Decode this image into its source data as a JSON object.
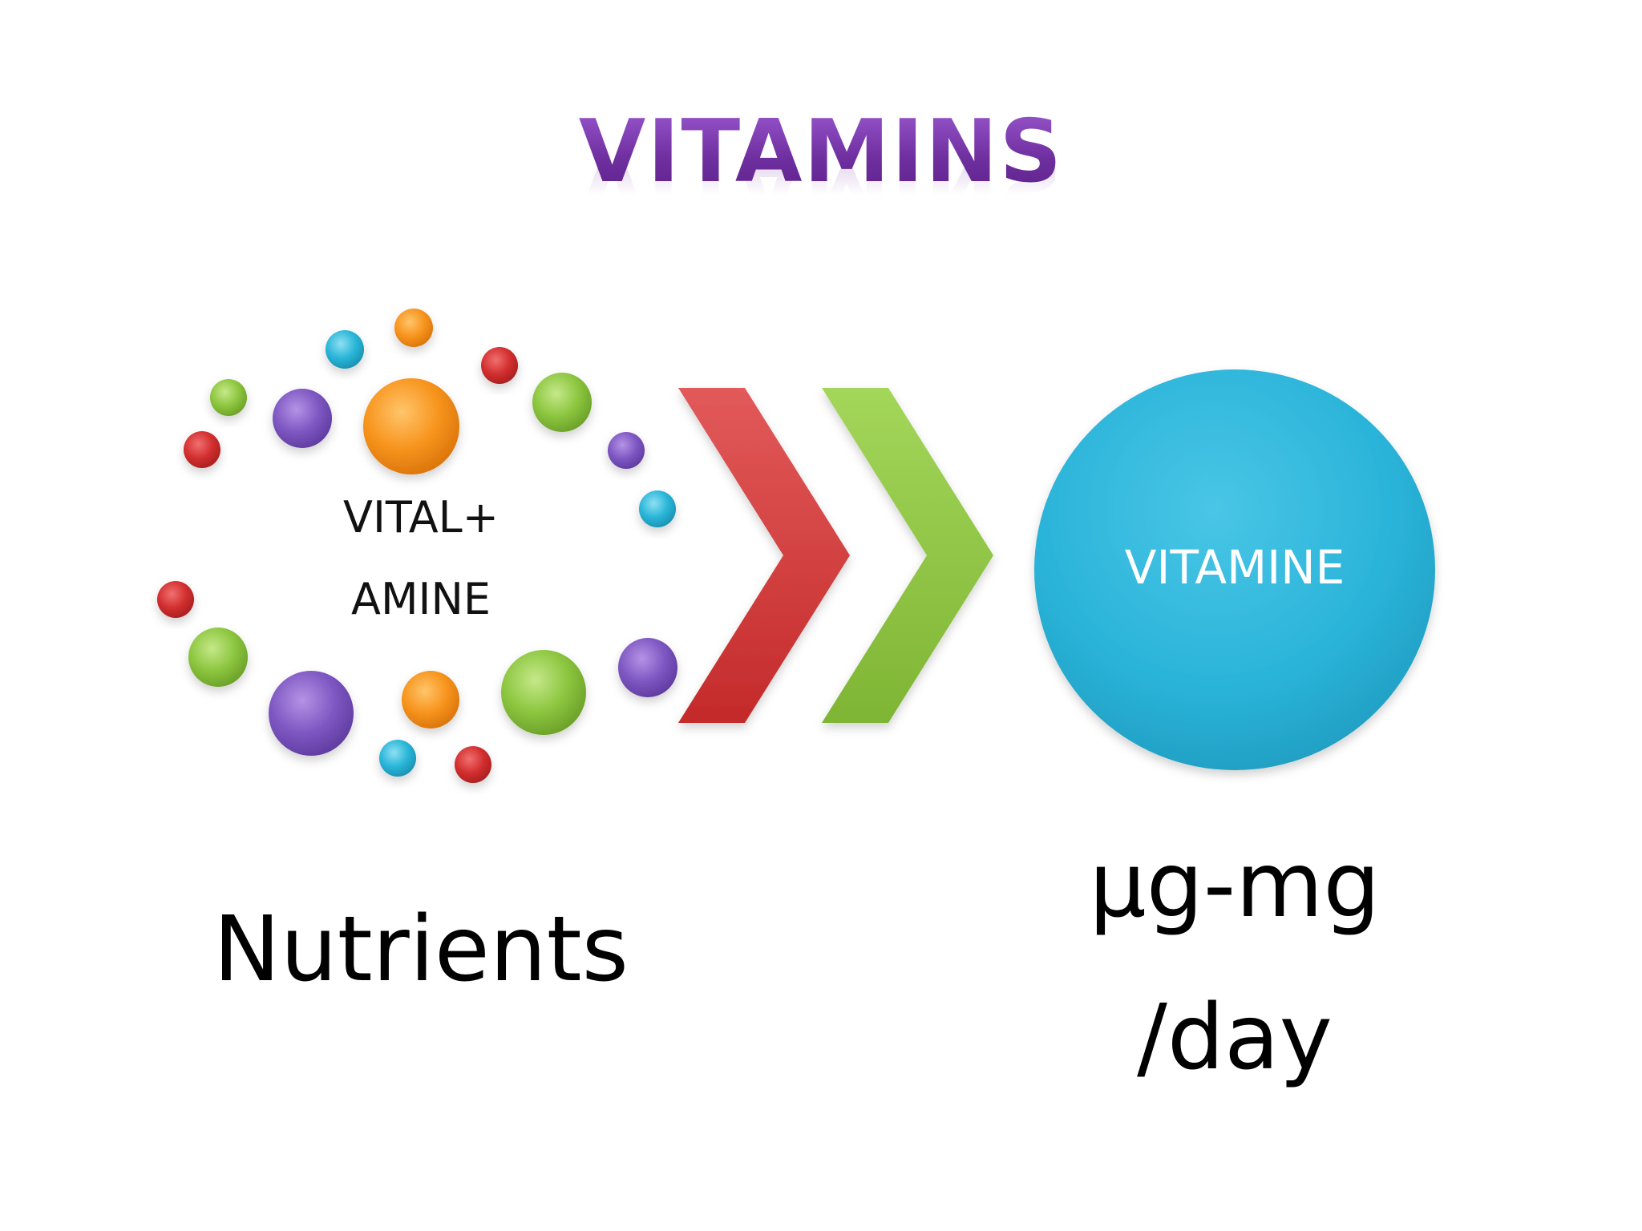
{
  "title": "VITAMINS",
  "left_group": {
    "line1": "VITAL+",
    "line2": "AMINE",
    "caption": "Nutrients"
  },
  "right_group": {
    "circle_label": "VITAMINE",
    "dose_line1": "μg-mg",
    "dose_line2": "/day"
  },
  "colors": {
    "title": "#7030a0",
    "orange": "#f7941d",
    "purple": "#7e57c2",
    "green": "#8cc63f",
    "red": "#d32f2f",
    "cyan": "#29b6d8",
    "arrow_red": "#d33a3a",
    "arrow_green": "#8dc63f",
    "big_circle": "#2ab3d9"
  }
}
